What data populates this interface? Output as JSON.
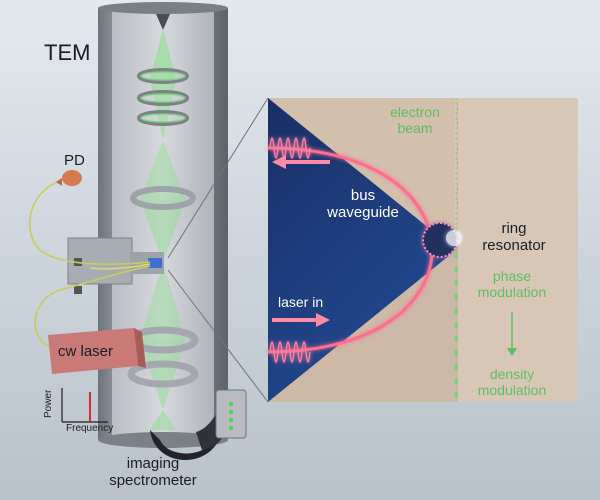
{
  "labels": {
    "tem": "TEM",
    "pd": "PD",
    "cw_laser": "cw laser",
    "power_axis": "Power",
    "frequency_axis": "Frequency",
    "imaging_spectrometer_line1": "imaging",
    "imaging_spectrometer_line2": "spectrometer",
    "electron_beam_line1": "electron",
    "electron_beam_line2": "beam",
    "bus_waveguide_line1": "bus",
    "bus_waveguide_line2": "waveguide",
    "ring_resonator_line1": "ring",
    "ring_resonator_line2": "resonator",
    "laser_in": "laser in",
    "phase_modulation_line1": "phase",
    "phase_modulation_line2": "modulation",
    "density_modulation_line1": "density",
    "density_modulation_line2": "modulation"
  },
  "colors": {
    "inset_bg": "#1c3a78",
    "waveguide": "#ff6d8f",
    "beam": "#5fbf5f",
    "column": "#8f949c",
    "chip": "#d9c6b4",
    "laser_box": "#c97a76",
    "fiber": "#c9cc5a"
  }
}
